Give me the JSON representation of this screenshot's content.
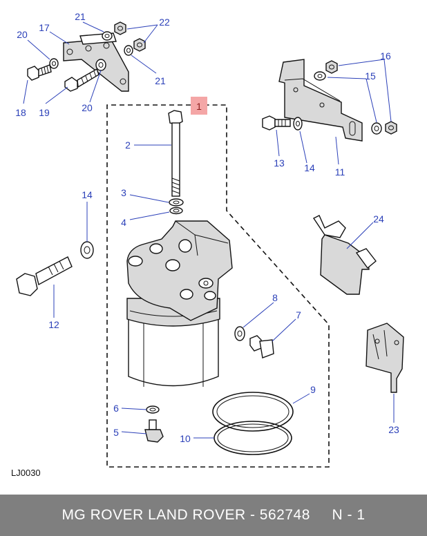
{
  "diagram": {
    "ref_code": "LJ0030",
    "highlight_color": "#f4a6a6",
    "callout_color": "#2a3fb8",
    "callouts": [
      "1",
      "2",
      "3",
      "4",
      "5",
      "6",
      "7",
      "8",
      "9",
      "10",
      "11",
      "12",
      "13",
      "14",
      "14",
      "15",
      "16",
      "17",
      "18",
      "19",
      "20",
      "20",
      "21",
      "21",
      "22",
      "23",
      "24"
    ]
  },
  "footer": {
    "text": "MG ROVER LAND ROVER - 562748     N - 1",
    "background": "#7f7f7f"
  }
}
